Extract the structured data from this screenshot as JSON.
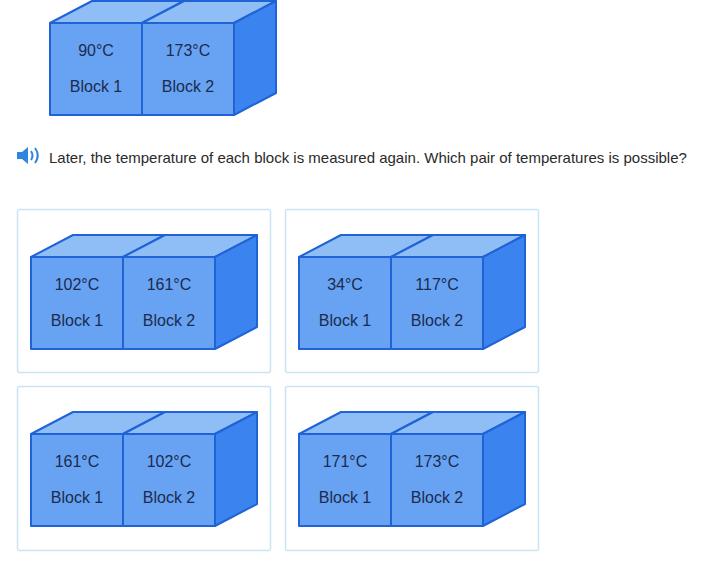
{
  "diagram": {
    "nodes": [
      {
        "text": [
          "90°C",
          "Block 1"
        ]
      },
      {
        "text": [
          "173°C",
          "Block 2"
        ]
      },
      {
        "text": [
          "102°C",
          "Block 1"
        ]
      },
      {
        "text": [
          "161°C",
          "Block 2"
        ]
      },
      {
        "text": [
          "34°C",
          "Block 1"
        ]
      },
      {
        "text": [
          "117°C",
          "Block 2"
        ]
      },
      {
        "text": [
          "161°C",
          "Block 1"
        ]
      },
      {
        "text": [
          "102°C",
          "Block 2"
        ]
      },
      {
        "text": [
          "171°C",
          "Block 1"
        ]
      },
      {
        "text": [
          "173°C",
          "Block 2"
        ]
      }
    ],
    "labels": [
      "Later, the temperature of each block is measured again. Which pair of temperatures is possible?"
    ]
  }
}
